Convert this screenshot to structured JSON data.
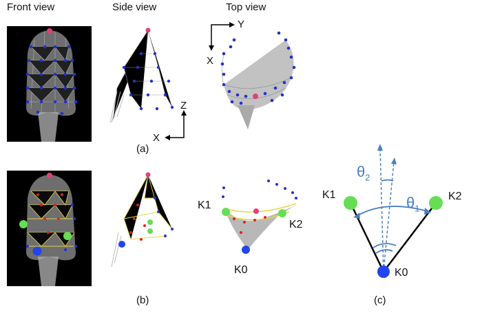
{
  "columns": {
    "front": "Front view",
    "side": "Side view",
    "top": "Top view"
  },
  "subfigs": {
    "a": "(a)",
    "b": "(b)",
    "c": "(c)"
  },
  "axes": {
    "y": "Y",
    "x_top": "X",
    "z": "Z",
    "x_side": "X"
  },
  "keypoints": {
    "k0": "K0",
    "k1": "K1",
    "k2": "K2"
  },
  "angles": {
    "theta1": "θ",
    "theta1_sub": "1",
    "theta2": "θ",
    "theta2_sub": "2"
  },
  "colors": {
    "node": "#2233cc",
    "accent": "#e0407a",
    "keypoint": "#66dd55",
    "root": "#2244ee",
    "angle": "#4a7fc0"
  }
}
